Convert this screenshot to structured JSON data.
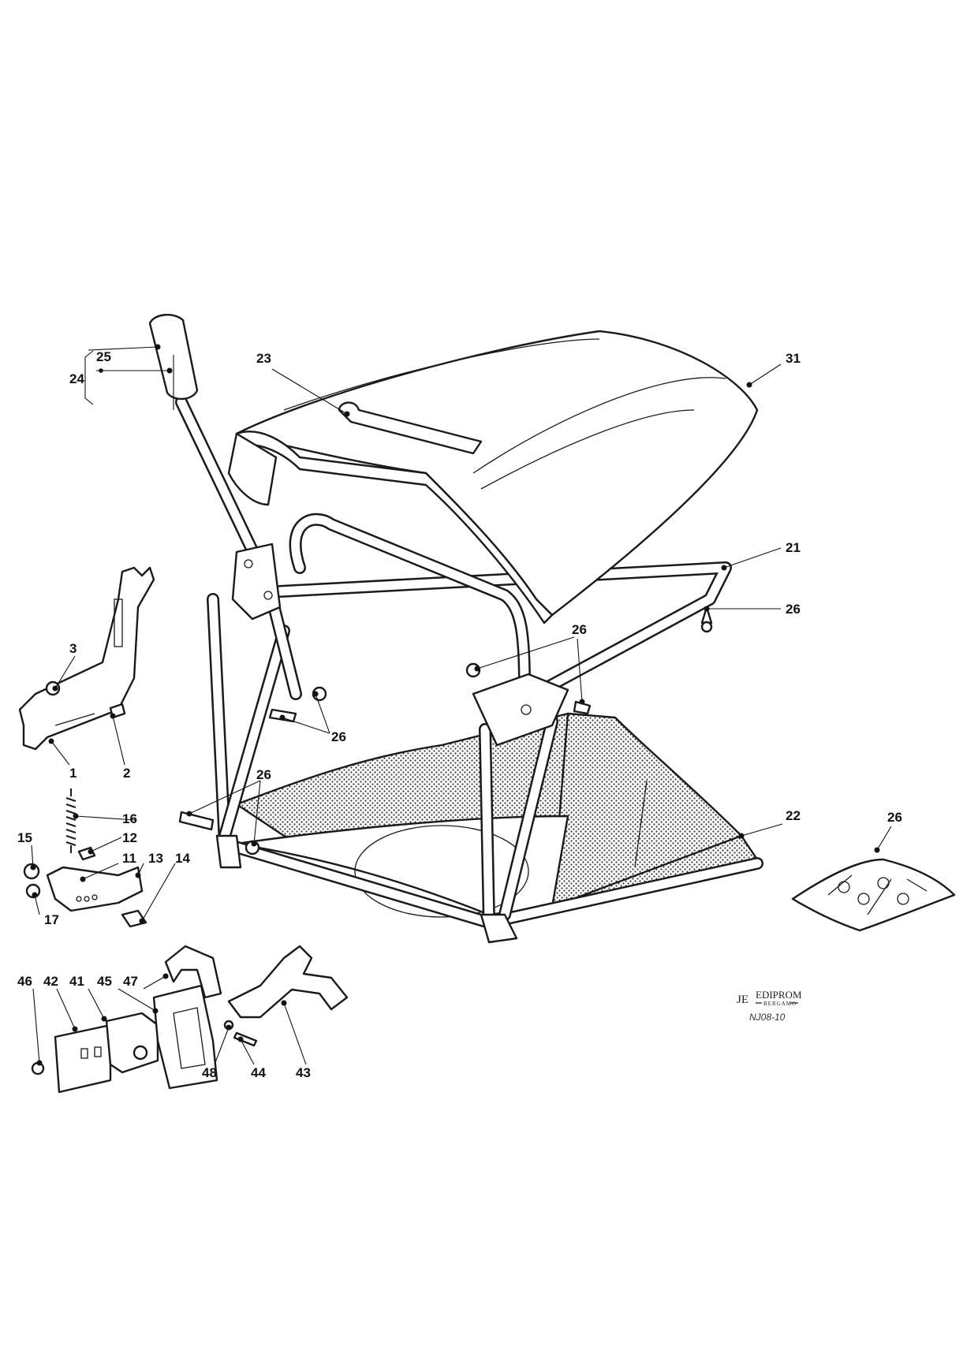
{
  "callouts": {
    "c25": "25",
    "c24": "24",
    "c23": "23",
    "c31": "31",
    "c21": "21",
    "c26a": "26",
    "c26b": "26",
    "c26c": "26",
    "c26d": "26",
    "c26e": "26",
    "c3": "3",
    "c1": "1",
    "c2": "2",
    "c16": "16",
    "c12": "12",
    "c15": "15",
    "c11": "11",
    "c13": "13",
    "c14": "14",
    "c17": "17",
    "c22": "22",
    "c46": "46",
    "c42": "42",
    "c41": "41",
    "c45": "45",
    "c47": "47",
    "c48": "48",
    "c44": "44",
    "c43": "43"
  },
  "logo": {
    "name": "EDIPROM",
    "city": "BERGAMO",
    "code": "NJ08-10"
  }
}
